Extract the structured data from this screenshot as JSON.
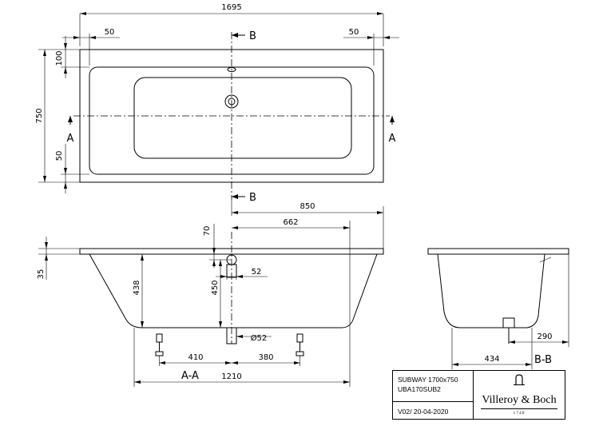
{
  "dimensions": {
    "overall_length": "1695",
    "rim_left": "50",
    "rim_right": "50",
    "overall_width": "750",
    "rim_top": "100",
    "rim_bottom": "50",
    "drain_offset": "850",
    "drain_inner": "662",
    "rim_height": "35",
    "overflow_height": "70",
    "bottom_depth": "438",
    "overflow_to_floor": "450",
    "overflow_width": "52",
    "waste_diameter": "Ø52",
    "foot_left": "410",
    "foot_right": "380",
    "bottom_length": "1210",
    "side_bottom_width": "434",
    "side_drain_offset": "290"
  },
  "sections": {
    "a_left": "A",
    "a_right": "A",
    "b_top": "B",
    "b_bottom": "B",
    "aa_label": "A-A",
    "bb_label": "B-B"
  },
  "title_block": {
    "model": "SUBWAY 1700x750",
    "code": "UBA170SUB2",
    "version": "V02/ 20-04-2020",
    "brand": "Villeroy & Boch",
    "year": "1748"
  }
}
